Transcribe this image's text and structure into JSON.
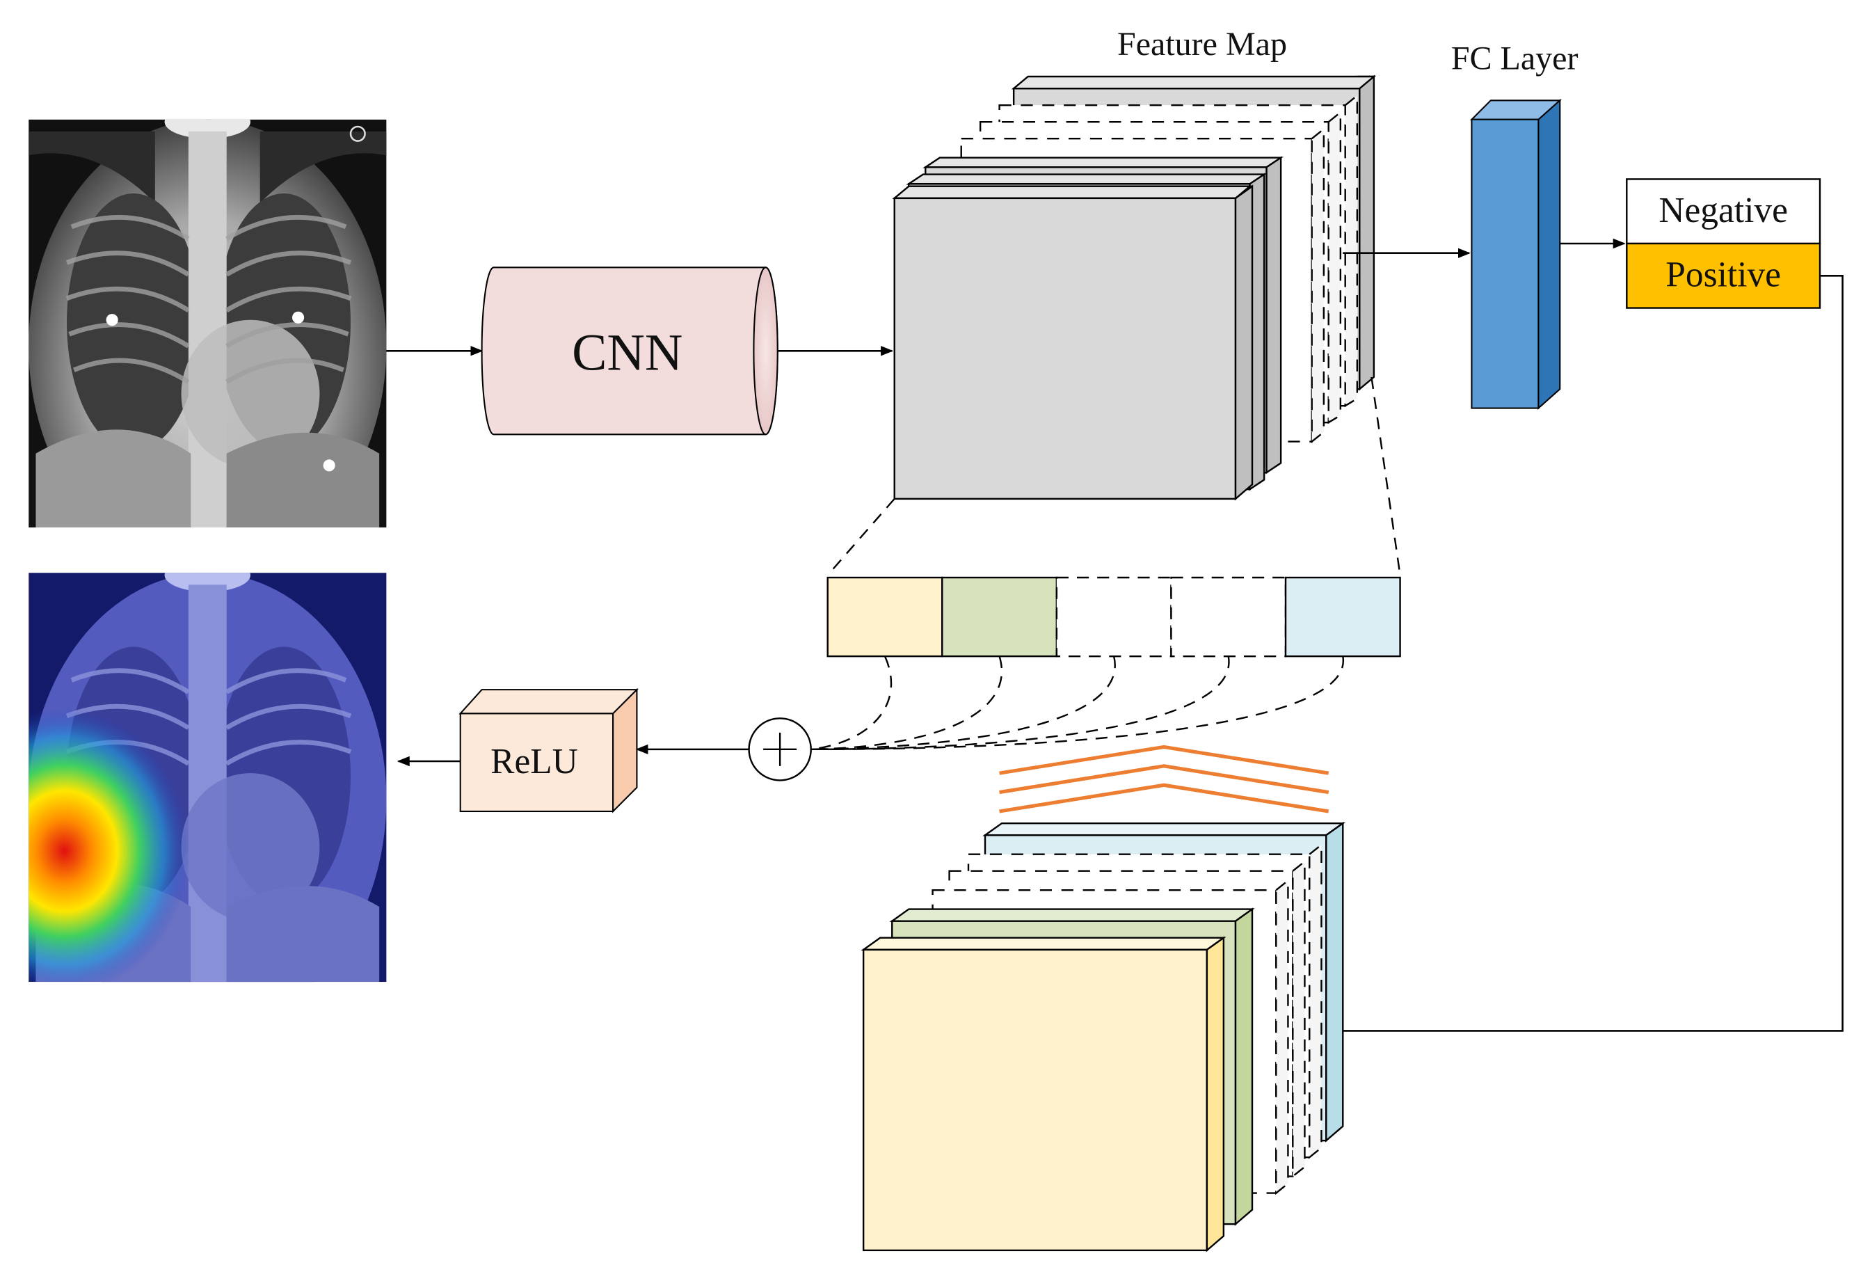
{
  "labels": {
    "cnn": "CNN",
    "feature_map": "Feature Map",
    "fc_layer": "FC Layer",
    "negative": "Negative",
    "positive": "Positive",
    "relu": "ReLU",
    "sum_symbol": "+"
  },
  "images": {
    "input": "chest-xray",
    "output": "grad-cam-heatmap-overlay"
  },
  "colors": {
    "cnn_fill": "#f2dcdc",
    "feature_map_fill": "#d9d9d9",
    "fc_front": "#5b9bd5",
    "fc_side": "#2e75b6",
    "fc_top": "#8fbce6",
    "positive_fill": "#ffc000",
    "relu_front": "#fde9d9",
    "relu_side": "#f8cbad",
    "weight_yellow": "#fff2cc",
    "weight_green": "#d6e3bc",
    "weight_blue": "#dbeef4",
    "backprop_lines": "#ed7d31"
  }
}
